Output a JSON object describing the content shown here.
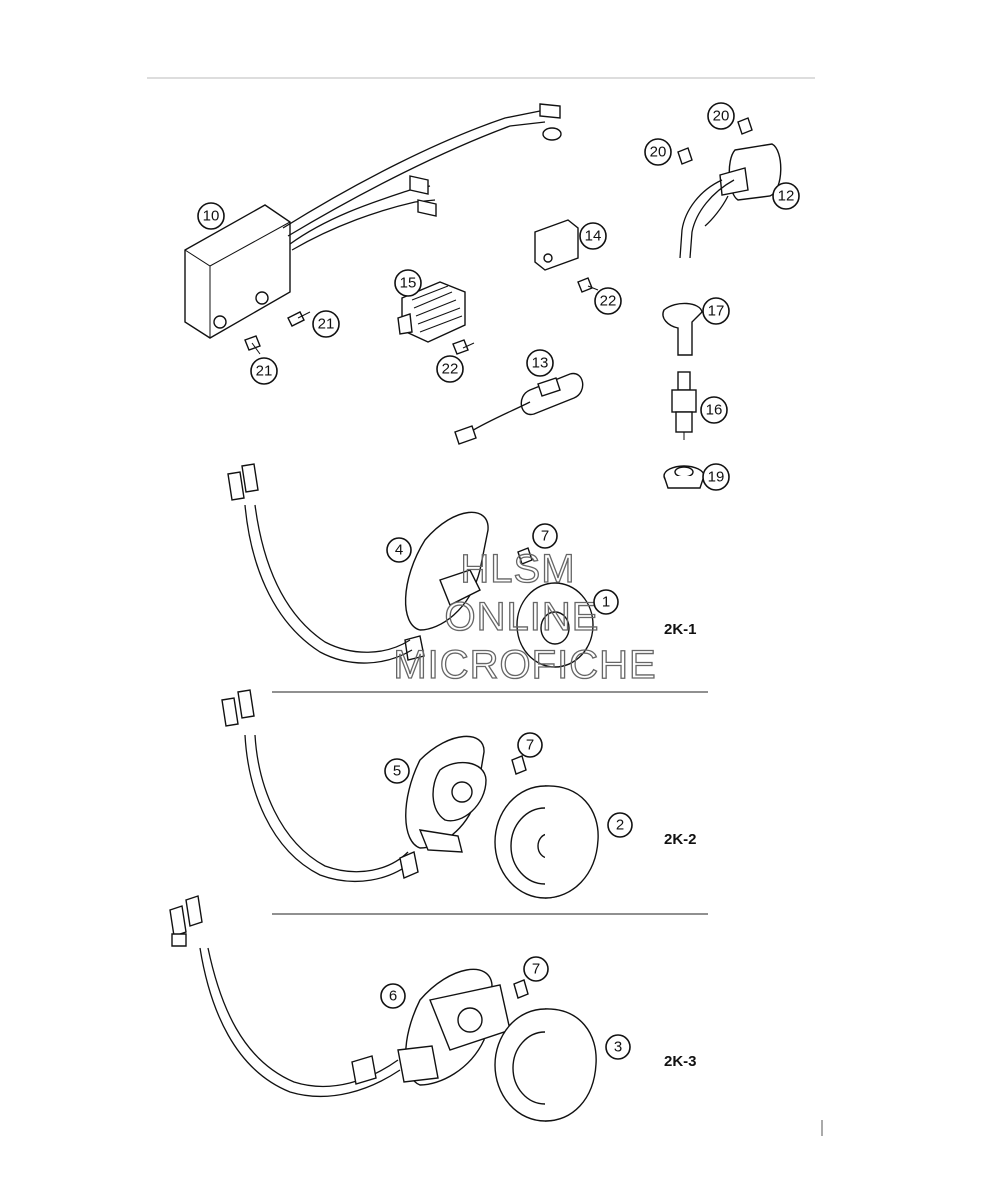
{
  "callouts": {
    "c1": "1",
    "c2": "2",
    "c3": "3",
    "c4": "4",
    "c5": "5",
    "c6": "6",
    "c7a": "7",
    "c7b": "7",
    "c7c": "7",
    "c10": "10",
    "c12": "12",
    "c13": "13",
    "c14": "14",
    "c15": "15",
    "c16": "16",
    "c17": "17",
    "c19": "19",
    "c20a": "20",
    "c20b": "20",
    "c21a": "21",
    "c21b": "21",
    "c22a": "22",
    "c22b": "22"
  },
  "variants": {
    "v1": "2K-1",
    "v2": "2K-2",
    "v3": "2K-3"
  },
  "watermark": {
    "line1": "HLSM",
    "line2": "ONLINE",
    "line3": "MICROFICHE"
  }
}
